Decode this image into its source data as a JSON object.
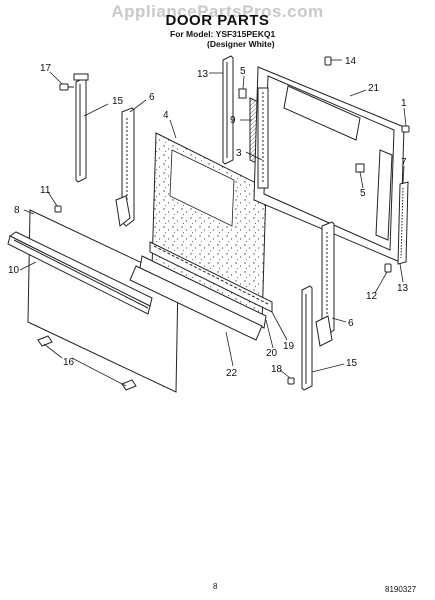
{
  "header": {
    "watermark": "AppliancePartsPros.com",
    "title": "DOOR PARTS",
    "model_line": "For Model: YSF315PEKQ1",
    "variant_line": "(Designer White)"
  },
  "callouts": {
    "c17": "17",
    "c15a": "15",
    "c6a": "6",
    "c4": "4",
    "c13a": "13",
    "c5a": "5",
    "c14": "14",
    "c21": "21",
    "c9": "9",
    "c1": "1",
    "c3": "3",
    "c5b": "5",
    "c7": "7",
    "c11": "11",
    "c8": "8",
    "c10": "10",
    "c16": "16",
    "c22": "22",
    "c20": "20",
    "c19": "19",
    "c12": "12",
    "c13b": "13",
    "c6b": "6",
    "c18": "18",
    "c15b": "15"
  },
  "footer": {
    "page_number": "8",
    "doc_number": "8190327"
  }
}
